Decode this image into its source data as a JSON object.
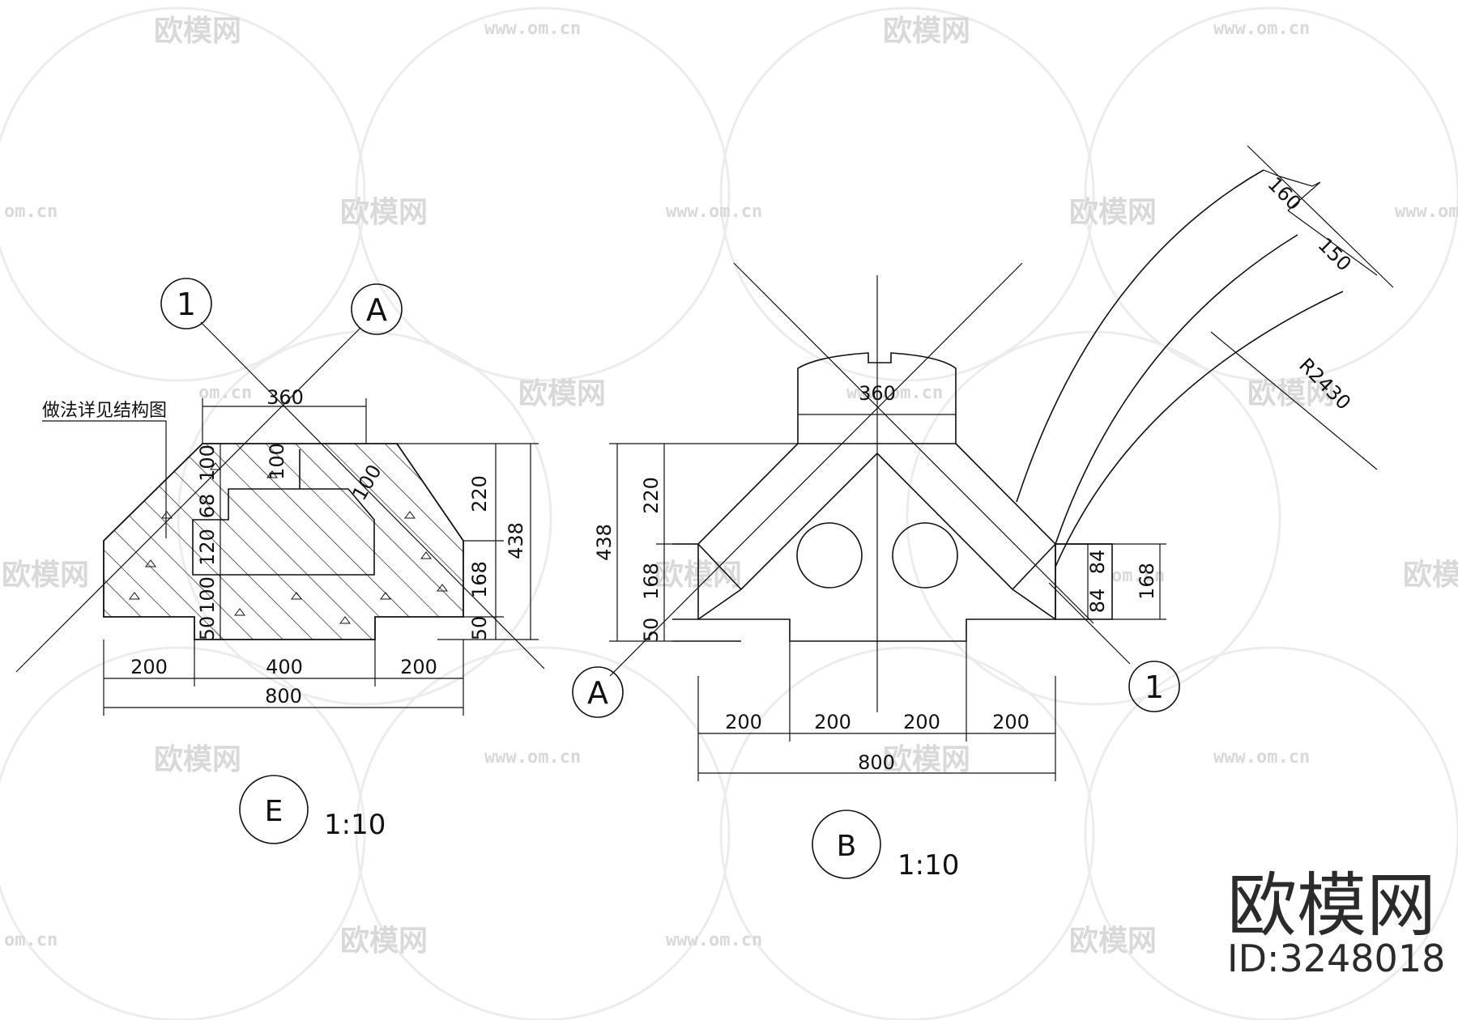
{
  "watermark": {
    "logo_text": "欧模网",
    "url_text": "www.om.cn",
    "url_short": "om.cn",
    "cut_logo": "欧模网"
  },
  "brand": {
    "name": "欧模网",
    "id_label": "ID:3248018"
  },
  "detail_e": {
    "bubble_1": "1",
    "bubble_a": "A",
    "note": "做法详见结构图",
    "dim_top": "360",
    "dim_right_220": "220",
    "dim_right_168": "168",
    "dim_right_50": "50",
    "dim_overall_438": "438",
    "dim_diag_100": "100",
    "dim_inner_100_top": "100",
    "dim_left_100_a": "100",
    "dim_left_68": "68",
    "dim_left_120": "120",
    "dim_left_100_b": "100",
    "dim_left_50": "50",
    "dim_bottom_200_left": "200",
    "dim_bottom_400": "400",
    "dim_bottom_200_right": "200",
    "dim_bottom_800": "800",
    "title_letter": "E",
    "scale": "1:10"
  },
  "detail_b": {
    "bubble_a": "A",
    "bubble_1": "1",
    "dim_top": "360",
    "dim_left_220": "220",
    "dim_left_168": "168",
    "dim_left_50": "50",
    "dim_overall_438": "438",
    "dim_right_84_top": "84",
    "dim_right_84_bottom": "84",
    "dim_right_168": "168",
    "dim_160": "160",
    "dim_150": "150",
    "dim_radius": "R2430",
    "dim_bottom_200_1": "200",
    "dim_bottom_200_2": "200",
    "dim_bottom_200_3": "200",
    "dim_bottom_200_4": "200",
    "dim_bottom_800": "800",
    "title_letter": "B",
    "scale": "1:10"
  }
}
